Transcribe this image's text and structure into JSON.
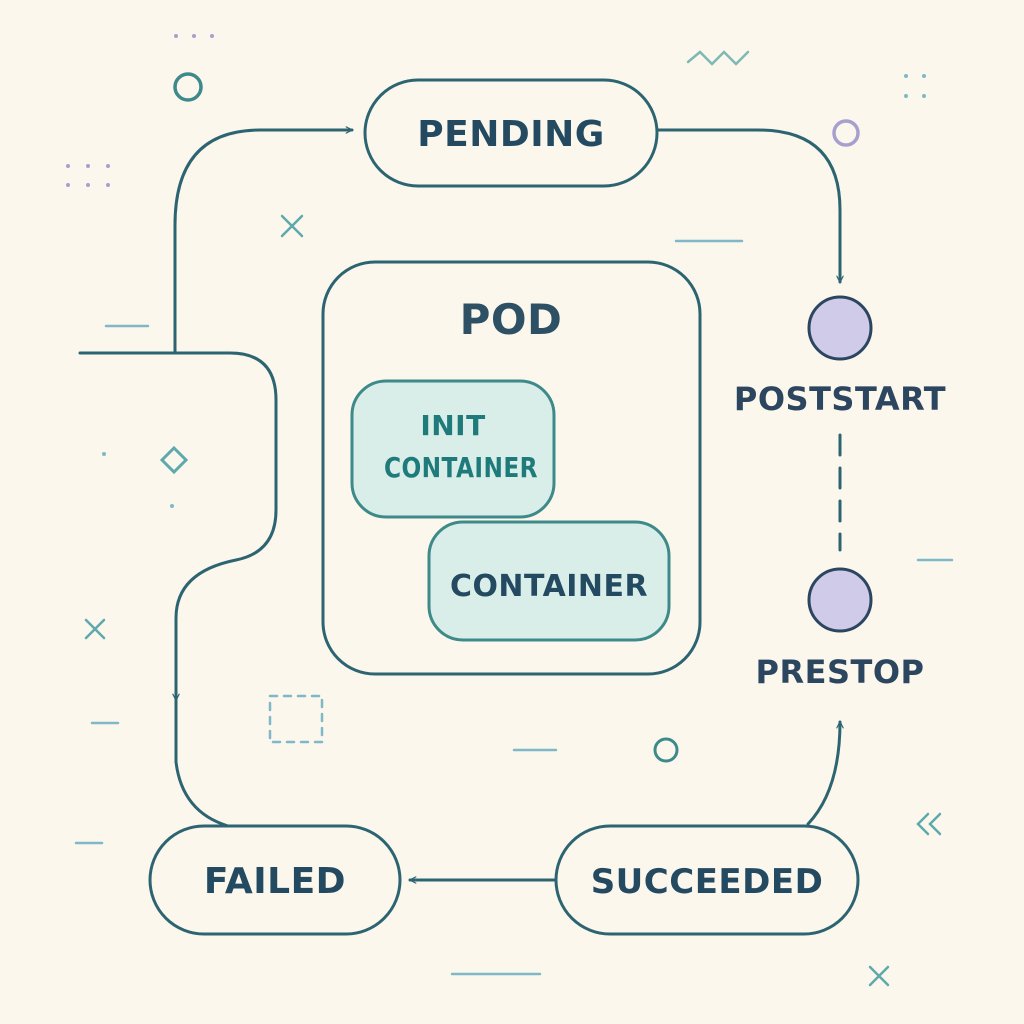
{
  "diagram": {
    "states": {
      "pending": "PENDING",
      "failed": "FAILED",
      "succeeded": "SUCCEEDED"
    },
    "pod": {
      "title": "POD",
      "init_container": [
        "INIT",
        "CONTAINER"
      ],
      "container": "CONTAINER"
    },
    "hooks": {
      "poststart": "POSTSTART",
      "prestop": "PRESTOP"
    },
    "colors": {
      "background": "#fbf7ec",
      "stroke": "#2d6472",
      "text": "#244a62",
      "container_fill": "#d9eee8",
      "container_stroke": "#3e8a8a",
      "init_text": "#1f7b7b",
      "hook_fill": "#cfcbe8",
      "accent_purple": "#a7a0cf",
      "accent_teal": "#5fa9ad"
    }
  }
}
